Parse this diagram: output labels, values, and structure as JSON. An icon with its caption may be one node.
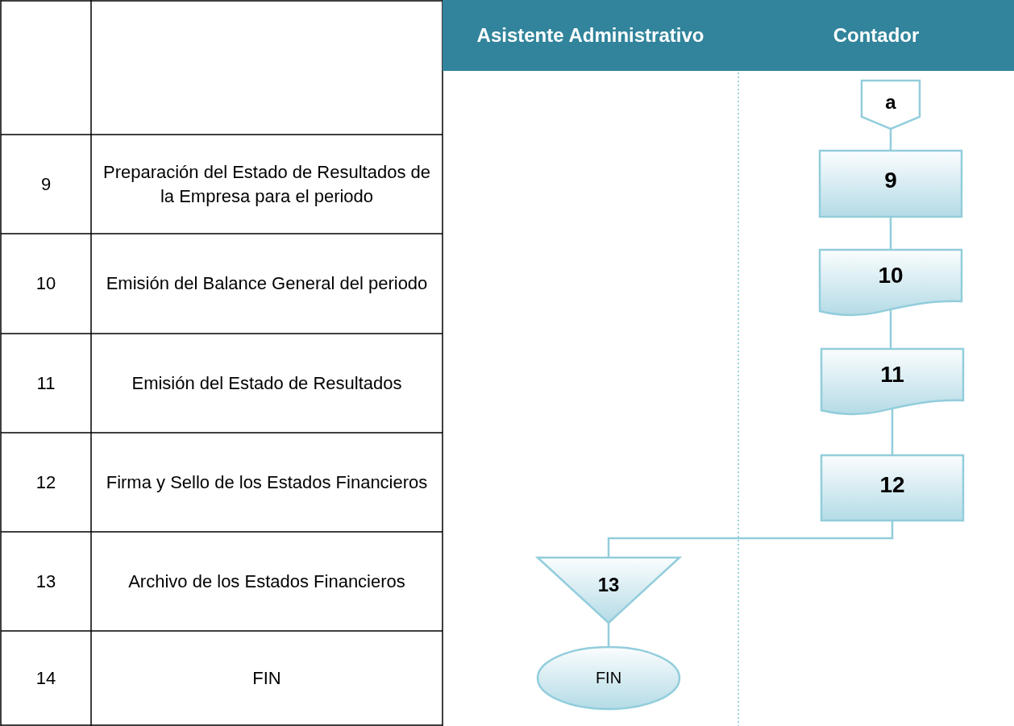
{
  "diagram": {
    "nodes": [
      {
        "text": [
          "Asistente Administrativo"
        ]
      },
      {
        "text": [
          "Contador"
        ]
      },
      {
        "text": [
          "a"
        ]
      },
      {
        "text": [
          "9"
        ]
      },
      {
        "text": [
          "10"
        ]
      },
      {
        "text": [
          "11"
        ]
      },
      {
        "text": [
          "12"
        ]
      },
      {
        "text": [
          "13"
        ]
      },
      {
        "text": [
          "FIN"
        ]
      }
    ],
    "edges": [
      {
        "from": 2,
        "to": 3,
        "arrow": "none"
      },
      {
        "from": 3,
        "to": 4,
        "arrow": "none"
      },
      {
        "from": 4,
        "to": 5,
        "arrow": "none"
      },
      {
        "from": 5,
        "to": 6,
        "arrow": "none"
      },
      {
        "from": 6,
        "to": 7,
        "arrow": "none"
      },
      {
        "from": 7,
        "to": 8,
        "arrow": "none"
      }
    ],
    "labels": [
      "9",
      "Preparación del Estado de Resultados de la Empresa para el periodo",
      "10",
      "Emisión del Balance General del periodo",
      "11",
      "Emisión del Estado de Resultados",
      "12",
      "Firma y Sello de los Estados Financieros",
      "13",
      "Archivo de los Estados Financieros",
      "14",
      "FIN"
    ]
  }
}
